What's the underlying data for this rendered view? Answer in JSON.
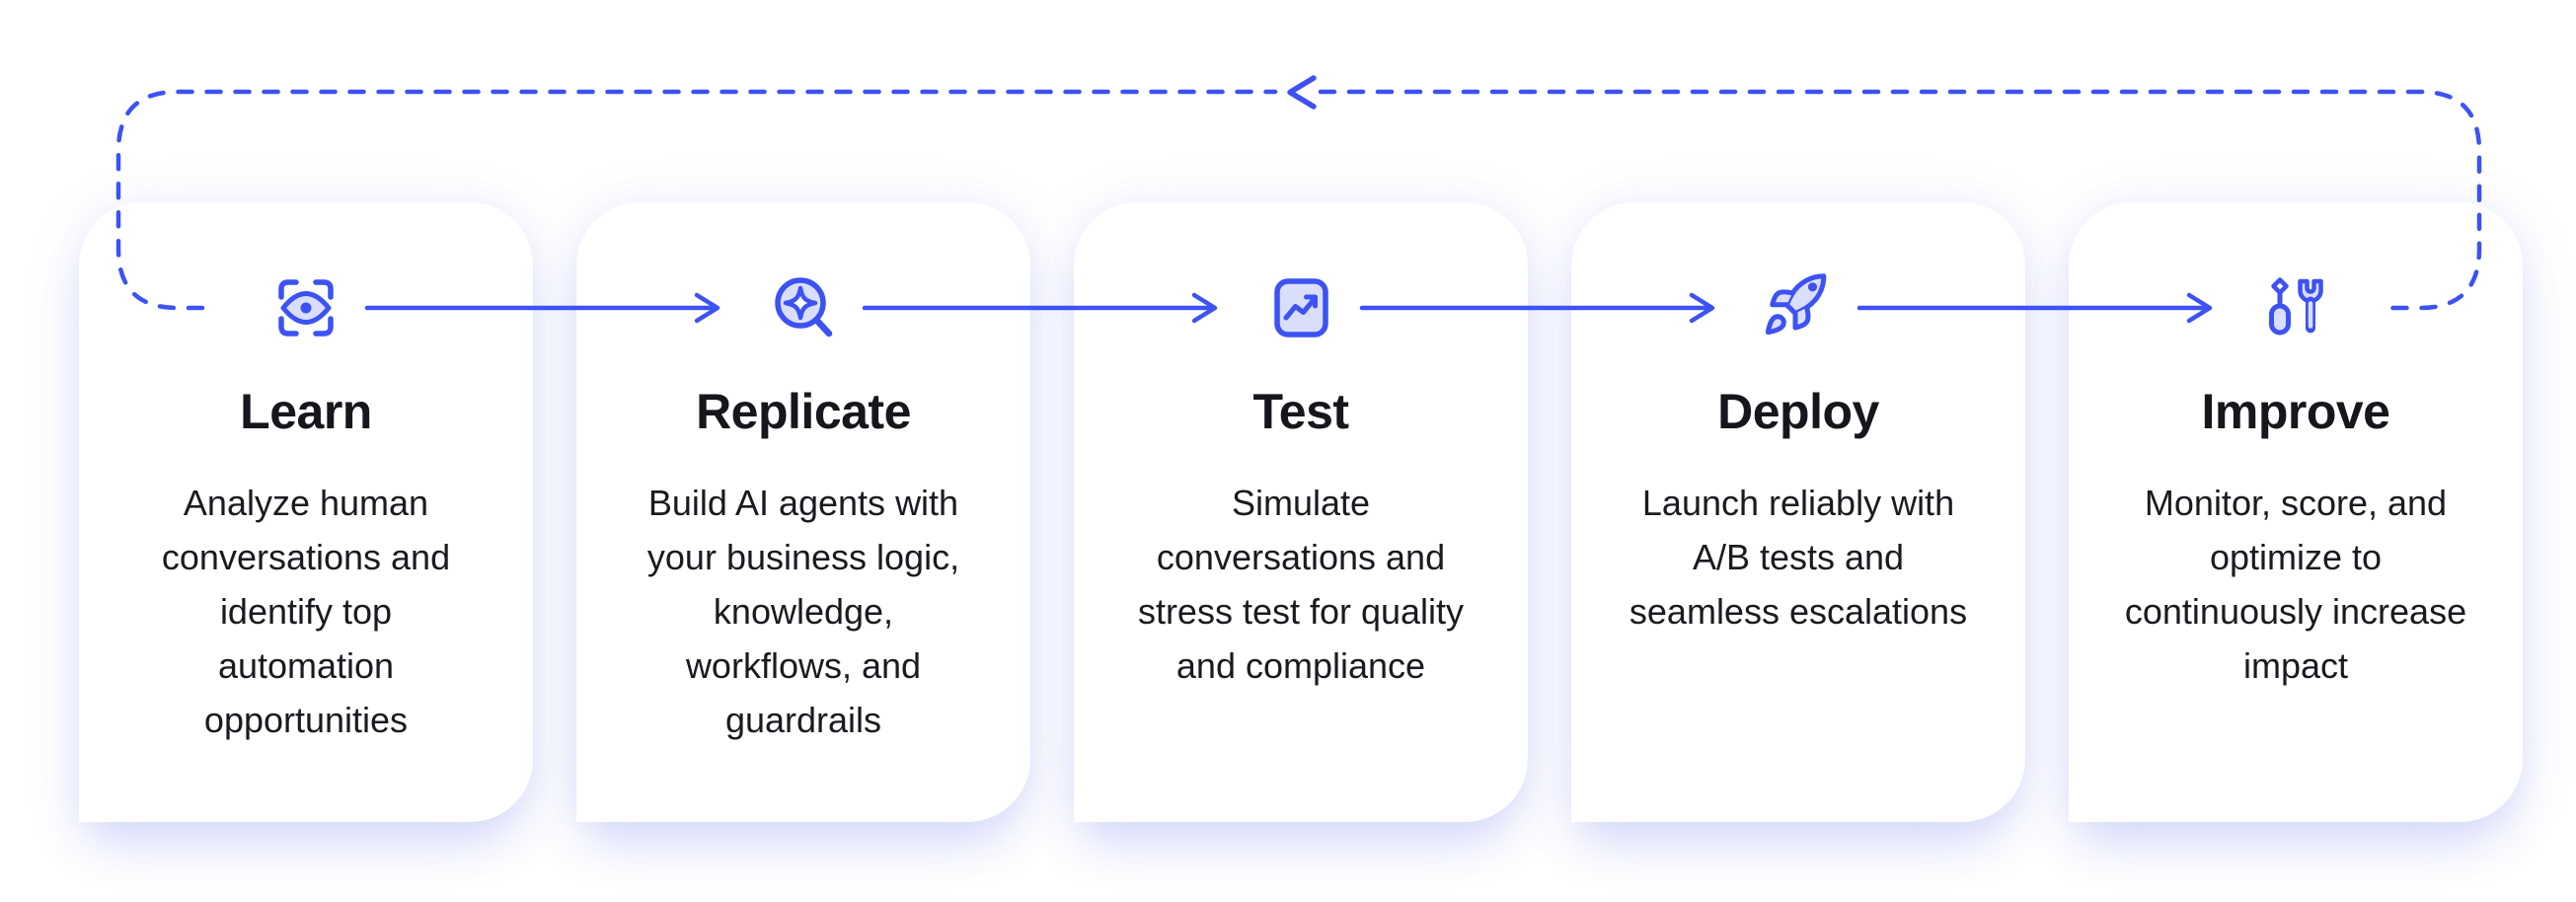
{
  "page": {
    "background_color": "#ffffff",
    "accent_color": "#3c52f2",
    "icon_fill_color": "#d9defa",
    "text_color": "#16161c"
  },
  "flow": {
    "loop_direction": "right-to-left-feedback",
    "cards": [
      {
        "icon": "eye-scan-icon",
        "title": "Learn",
        "description": "Analyze human\nconversations and\nidentify top\nautomation\nopportunities"
      },
      {
        "icon": "search-sparkle-icon",
        "title": "Replicate",
        "description": "Build AI agents with\nyour business logic,\nknowledge,\nworkflows, and\nguardrails"
      },
      {
        "icon": "chart-trend-icon",
        "title": "Test",
        "description": "Simulate\nconversations and\nstress test for quality\nand compliance"
      },
      {
        "icon": "rocket-icon",
        "title": "Deploy",
        "description": "Launch reliably with\nA/B tests and\nseamless escalations"
      },
      {
        "icon": "tools-icon",
        "title": "Improve",
        "description": "Monitor, score, and\noptimize to\ncontinuously increase\nimpact"
      }
    ]
  }
}
